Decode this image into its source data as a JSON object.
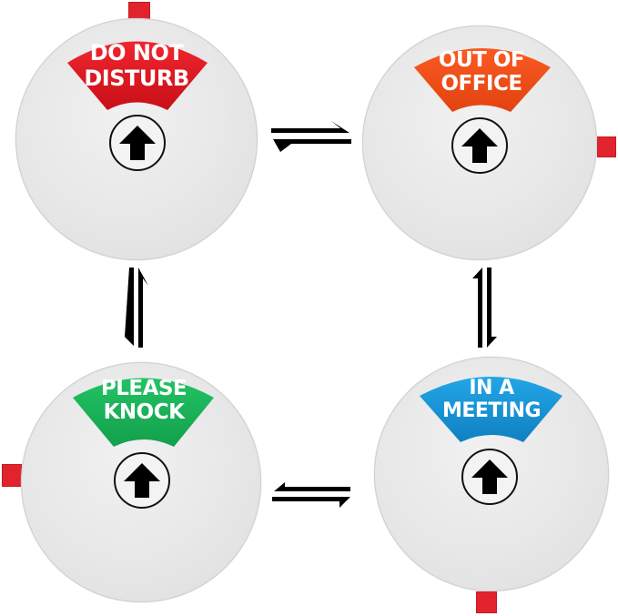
{
  "signs": [
    {
      "id": "do-not-disturb",
      "line1": "DO NOT",
      "line2": "DISTURB",
      "color": "#e4151f",
      "color_dark": "#b80d16",
      "position": "top-left",
      "tab_side": "top"
    },
    {
      "id": "out-of-office",
      "line1": "OUT OF",
      "line2": "OFFICE",
      "color": "#f4501c",
      "color_dark": "#d53c0c",
      "position": "top-right",
      "tab_side": "right"
    },
    {
      "id": "please-knock",
      "line1": "PLEASE",
      "line2": "KNOCK",
      "color": "#1db35a",
      "color_dark": "#0f8c42",
      "position": "bottom-left",
      "tab_side": "left"
    },
    {
      "id": "in-a-meeting",
      "line1": "IN A",
      "line2": "MEETING",
      "color": "#1a98d8",
      "color_dark": "#0c72ad",
      "position": "bottom-right",
      "tab_side": "bottom"
    }
  ],
  "knob_icon": "arrow-up-icon",
  "flow_arrows": [
    {
      "between": "top",
      "icon": "bidirectional-horizontal-arrows-icon"
    },
    {
      "between": "left",
      "icon": "bidirectional-vertical-arrows-icon"
    },
    {
      "between": "right",
      "icon": "bidirectional-vertical-arrows-icon"
    },
    {
      "between": "bottom",
      "icon": "bidirectional-horizontal-arrows-icon"
    }
  ],
  "colors": {
    "tab": "#e2232d",
    "disc": "#e6e6e6",
    "arrow": "#000000"
  }
}
